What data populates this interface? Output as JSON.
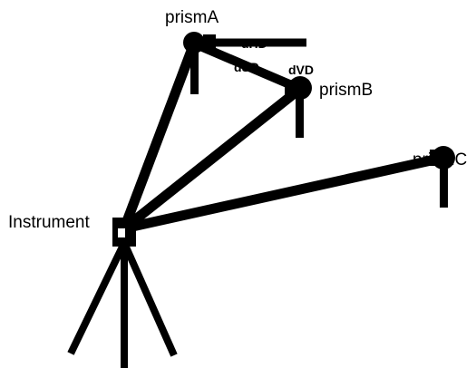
{
  "diagram": {
    "nodes": {
      "instrument": "Instrument",
      "prism_a": "prismA",
      "prism_b": "prismB",
      "prism_c": "prismC"
    },
    "annotations": {
      "dhd": "dHD",
      "dsd": "dSD",
      "dvd": "dVD"
    },
    "colors": {
      "ink": "#000000",
      "background": "#ffffff"
    }
  }
}
